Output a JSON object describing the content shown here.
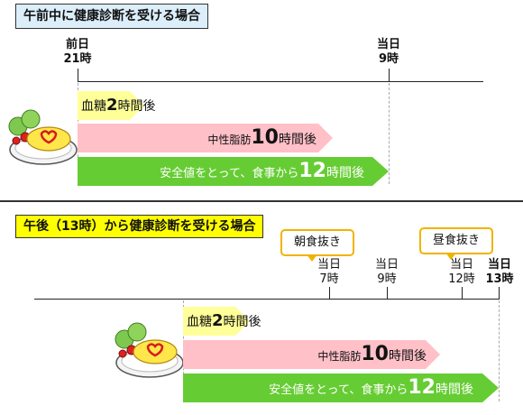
{
  "section1": {
    "title": "午前中に健康診断を受ける場合",
    "marker_start": {
      "line1": "前日",
      "line2": "21時"
    },
    "marker_end": {
      "line1": "当日",
      "line2": "9時"
    },
    "bars": {
      "blood_sugar": {
        "prefix": "血糖",
        "number": "2",
        "suffix": "時間後"
      },
      "neutral_fat": {
        "prefix": "中性脂肪",
        "number": "10",
        "suffix": "時間後"
      },
      "safe": {
        "prefix": "安全値をとって、食事から",
        "number": "12",
        "suffix": "時間後"
      }
    }
  },
  "section2": {
    "title": "午後（13時）から健康診断を受ける場合",
    "bubble_breakfast": "朝食抜き",
    "bubble_lunch": "昼食抜き",
    "markers": [
      {
        "line1": "当日",
        "line2": "7時"
      },
      {
        "line1": "当日",
        "line2": "9時"
      },
      {
        "line1": "当日",
        "line2": "12時"
      },
      {
        "line1": "当日",
        "line2": "13時"
      }
    ],
    "bars": {
      "blood_sugar": {
        "prefix": "血糖",
        "number": "2",
        "suffix": "時間後"
      },
      "neutral_fat": {
        "prefix": "中性脂肪",
        "number": "10",
        "suffix": "時間後"
      },
      "safe": {
        "prefix": "安全値をとって、食事から",
        "number": "12",
        "suffix": "時間後"
      }
    }
  },
  "colors": {
    "yellow_bar": "#ffff99",
    "pink_bar": "#ffc0c8",
    "green_bar": "#66cc33",
    "bubble_border": "#f0b400",
    "title1_bg": "#dceefa",
    "title2_bg": "#ffff00"
  },
  "icons": {
    "meal": "omelette-plate-icon"
  }
}
